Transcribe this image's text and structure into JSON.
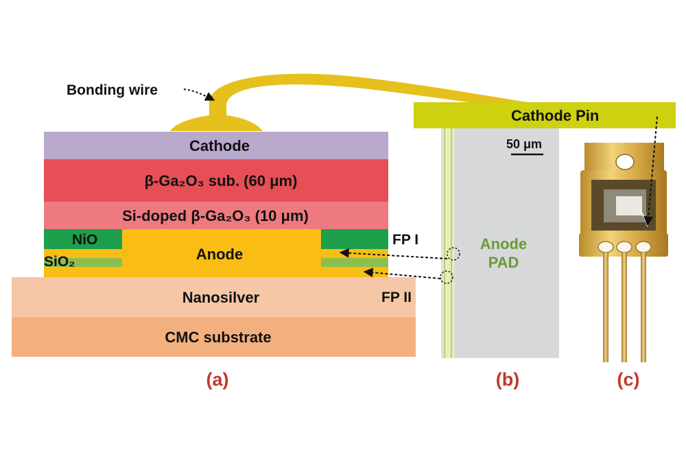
{
  "panel_a": {
    "bonding_wire_label": "Bonding wire",
    "layers": {
      "cathode": "Cathode",
      "substrate": "β-Ga₂O₃ sub. (60 μm)",
      "doped": "Si-doped β-Ga₂O₃ (10 μm)",
      "anode": "Anode",
      "nio": "NiO",
      "sio2": "SiO₂",
      "nanosilver": "Nanosilver",
      "cmc": "CMC substrate"
    },
    "fp1_label": "FP I",
    "fp2_label": "FP II",
    "caption": "(a)"
  },
  "panel_b": {
    "scale_label": "50 μm",
    "pad_label_line1": "Anode",
    "pad_label_line2": "PAD",
    "caption": "(b)"
  },
  "panel_c": {
    "cathode_pin_label": "Cathode Pin",
    "caption": "(c)"
  },
  "colors": {
    "cathode": "#b9a9cc",
    "substrate": "#e74f56",
    "doped": "#ee7a80",
    "anode": "#f9bd14",
    "nio": "#1d9f4b",
    "sio2": "#8cc04e",
    "nanosilver": "#f6c7a7",
    "cmc": "#f3b07f",
    "wire": "#e6c01c",
    "pin": "#cdd10f",
    "caption": "#c0392b",
    "pad_text": "#6a9a36"
  }
}
